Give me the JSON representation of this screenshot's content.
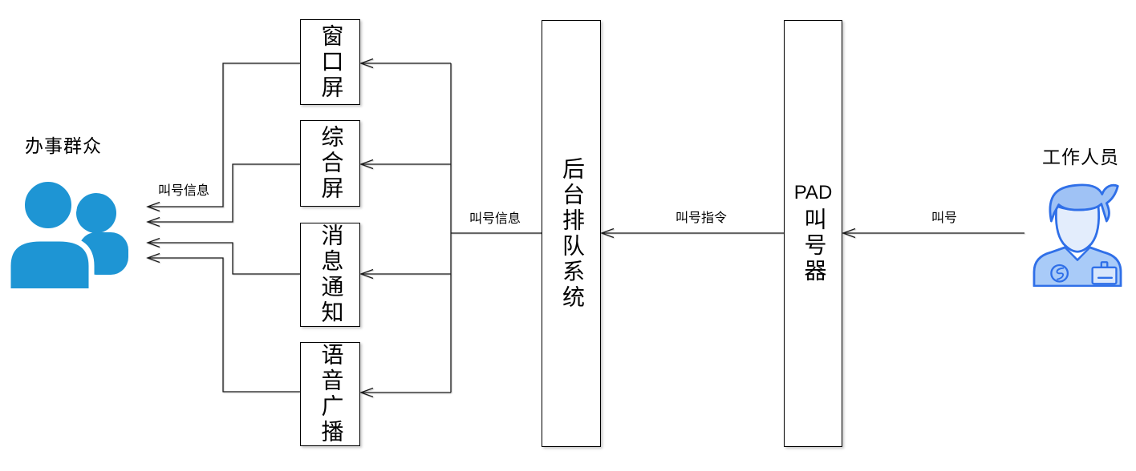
{
  "actors": {
    "public": {
      "label": "办事群众",
      "icon": "people-group-icon"
    },
    "staff": {
      "label": "工作人员",
      "icon": "worker-icon"
    }
  },
  "nodes": {
    "window_screen": {
      "label": "窗口屏"
    },
    "composite_screen": {
      "label": "综合屏"
    },
    "message_notice": {
      "label": "消息通知"
    },
    "voice_broadcast": {
      "label": "语音广播"
    },
    "backend_queue_system": {
      "label": "后台排队系统"
    },
    "pad_caller": {
      "label_line1": "PAD",
      "label_line2": "叫号器"
    }
  },
  "edge_labels": {
    "screens_to_public": "叫号信息",
    "queue_to_screens": "叫号信息",
    "pad_to_queue": "叫号指令",
    "staff_to_pad": "叫号"
  },
  "colors": {
    "connector_line": "#1a1a1a",
    "box_border": "#000000",
    "box_fill": "#ffffff",
    "public_icon_blue": "#1E95D4",
    "staff_icon_outline_blue": "#2F6FE8",
    "staff_icon_fill_blue": "#A9CBF8",
    "staff_icon_hair_blue": "#9FC2F5",
    "staff_icon_face": "#E3EDFC",
    "staff_icon_badge_fill": "#D8E6FC"
  }
}
